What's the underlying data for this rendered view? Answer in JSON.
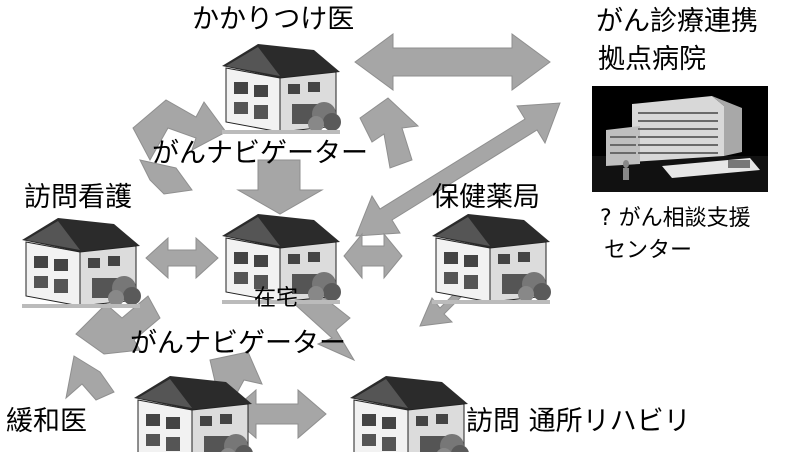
{
  "labels": {
    "kakaritsuke": "かかりつけ医",
    "hospital_line1": "がん診療連携",
    "hospital_line2": "拠点病院",
    "navigator_top": "がんナビゲーター",
    "houmon_kango": "訪問看護",
    "hoken_yakkyoku": "保健薬局",
    "soudan_line1": "? がん相談支援",
    "soudan_line2": "センター",
    "zaitaku": "在宅",
    "navigator_bottom": "がんナビゲーター",
    "kanwa": "緩和医",
    "rehab": "訪問 通所リハビリ"
  },
  "colors": {
    "arrow": "#a6a6a6",
    "arrow_dark": "#8f8f8f",
    "text": "#000000"
  }
}
